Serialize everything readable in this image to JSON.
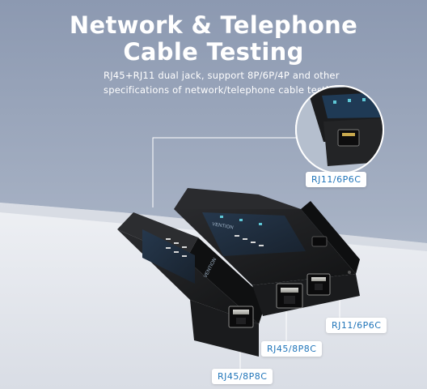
{
  "headline": {
    "line1": "Network & Telephone",
    "line2": "Cable Testing"
  },
  "subtitle": {
    "line1": "RJ45+RJ11 dual jack, support 8P/6P/4P and other",
    "line2": "specifications of network/telephone cable testing."
  },
  "callouts": {
    "rj11_top": "RJ11/6P6C",
    "rj11_bottom": "RJ11/6P6C",
    "rj45_main": "RJ45/8P8C",
    "rj45_remote": "RJ45/8P8C"
  },
  "device_branding": {
    "main_unit_brand": "VENTION",
    "remote_unit_brand": "VENTION"
  },
  "colors": {
    "background_top": "#8e9bb3",
    "background_bottom": "#e9ecf2",
    "callout_text": "#1f74b9",
    "device_body": "#1b1c1e",
    "panel": "#1c2a3a"
  }
}
